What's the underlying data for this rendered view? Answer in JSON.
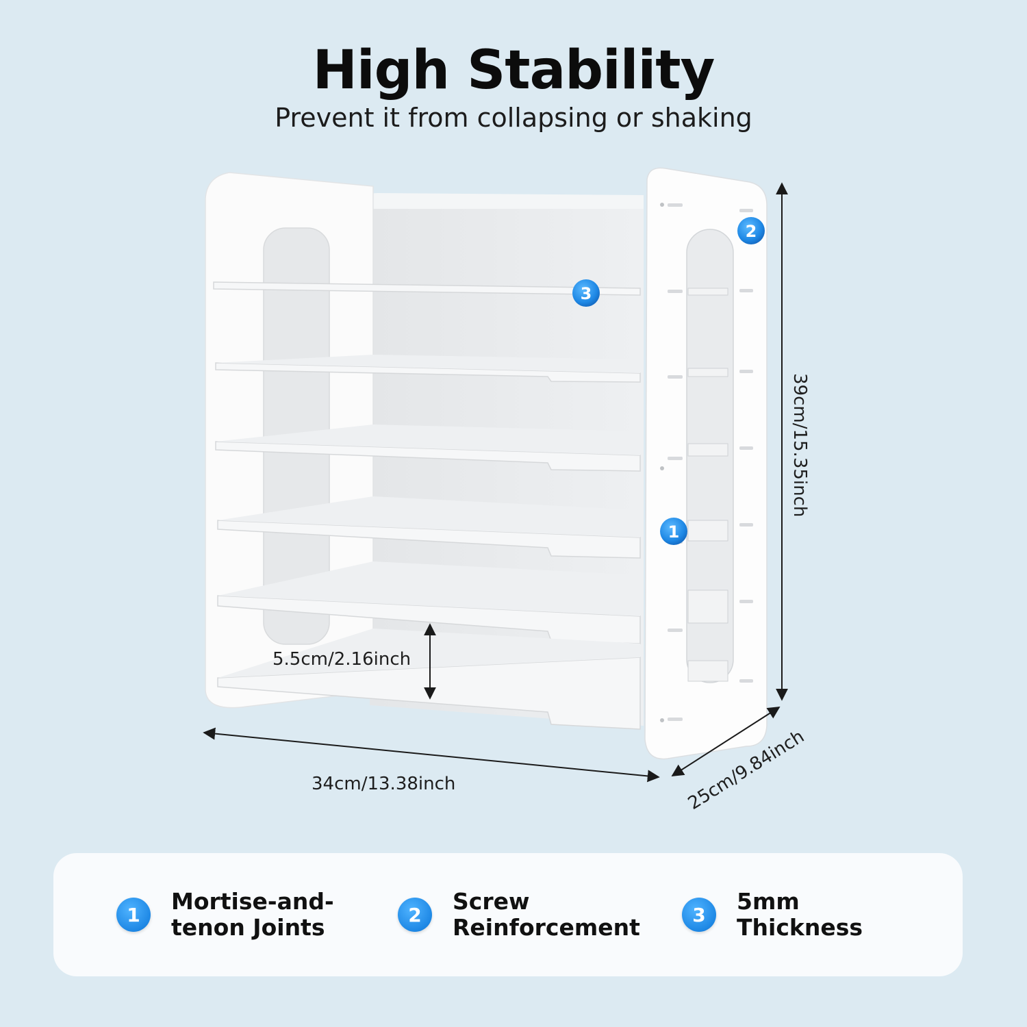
{
  "header": {
    "title": "High Stability",
    "subtitle": "Prevent it from collapsing or shaking"
  },
  "dimensions": {
    "width": "34cm/13.38inch",
    "depth": "25cm/9.84inch",
    "height": "39cm/15.35inch",
    "shelf_gap": "5.5cm/2.16inch"
  },
  "callouts": [
    "1",
    "2",
    "3"
  ],
  "features": [
    {
      "number": "1",
      "line1": "Mortise-and-",
      "line2": "tenon Joints"
    },
    {
      "number": "2",
      "line1": "Screw",
      "line2": "Reinforcement"
    },
    {
      "number": "3",
      "line1": "5mm",
      "line2": "Thickness"
    }
  ],
  "colors": {
    "background": "#dceaf2",
    "badge": "#1e88e5",
    "panel": "#f9fbfd"
  }
}
